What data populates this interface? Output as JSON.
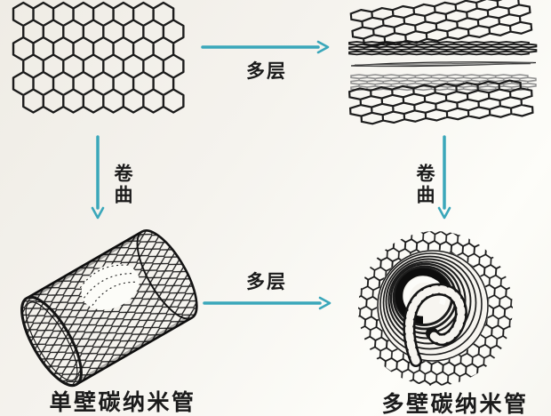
{
  "labels": {
    "multilayer_top": "多层",
    "multilayer_bottom": "多层",
    "curl_left": "卷曲",
    "curl_right": "卷曲",
    "single_wall": "单壁碳纳米管",
    "multi_wall": "多壁碳纳米管"
  },
  "colors": {
    "arrow": "#3aa7ba",
    "ink": "#1b1b1b",
    "background": "#f4f2ec",
    "figure_background": "#f7f5f0"
  }
}
